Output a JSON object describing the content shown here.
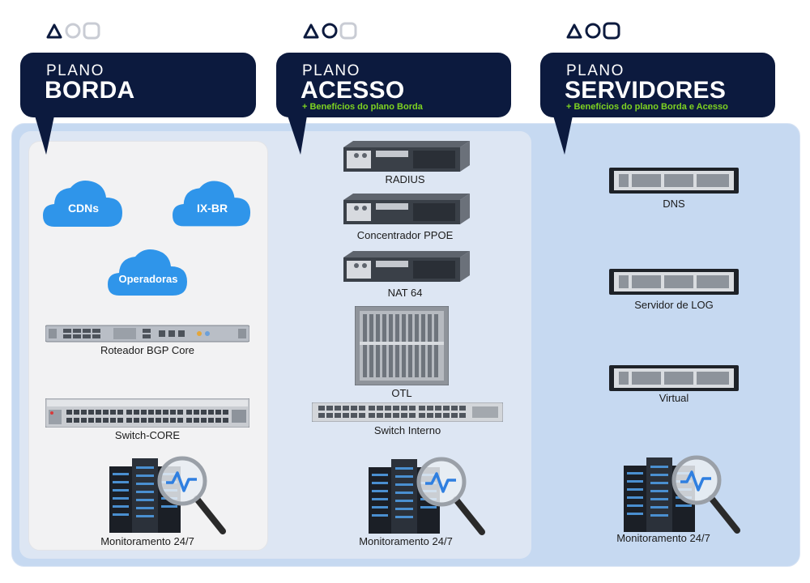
{
  "columns": [
    {
      "plano": "PLANO",
      "name": "BORDA",
      "benefit": ""
    },
    {
      "plano": "PLANO",
      "name": "ACESSO",
      "benefit": "+ Benefícios do plano Borda"
    },
    {
      "plano": "PLANO",
      "name": "SERVIDORES",
      "benefit": "+ Benefícios do plano Borda e Acesso"
    }
  ],
  "borda": {
    "clouds": [
      "CDNs",
      "IX-BR",
      "Operadoras"
    ],
    "router": "Roteador BGP Core",
    "switch": "Switch-CORE",
    "monitor": "Monitoramento 24/7"
  },
  "acesso": {
    "radius": "RADIUS",
    "pppoe": "Concentrador PPOE",
    "nat": "NAT 64",
    "otl": "OTL",
    "switch": "Switch Interno",
    "monitor": "Monitoramento 24/7"
  },
  "servidores": {
    "dns": "DNS",
    "log": "Servidor de LOG",
    "virtual": "Virtual",
    "monitor": "Monitoramento 24/7"
  },
  "colors": {
    "bubble": "#0c1a3e",
    "benefit": "#7ed321",
    "cloud": "#2f95ea",
    "outer_panel": "#c6d9f1"
  },
  "icons": [
    "triangle-icon",
    "circle-icon",
    "rounded-square-icon",
    "cloud-icon",
    "server-rack-icon",
    "magnifier-icon"
  ]
}
